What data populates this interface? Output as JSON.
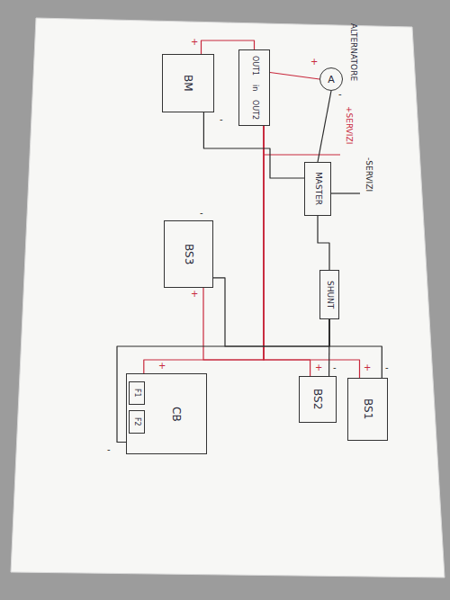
{
  "diagram": {
    "nodes": [
      {
        "text": [
          "BM"
        ]
      },
      {
        "text": [
          "OUT1",
          "in",
          "OUT2"
        ]
      },
      {
        "text": [
          "A",
          "ALTERNATORE"
        ]
      },
      {
        "text": [
          "MASTER"
        ]
      },
      {
        "text": [
          "SHUNT"
        ]
      },
      {
        "text": [
          "BS3"
        ]
      },
      {
        "text": [
          "CB"
        ]
      },
      {
        "text": [
          "F1"
        ],
        "in": 6
      },
      {
        "text": [
          "F2"
        ],
        "in": 6
      },
      {
        "text": [
          "BS2"
        ]
      },
      {
        "text": [
          "BS1"
        ]
      }
    ],
    "edges": [
      {
        "from": 2,
        "to": 1,
        "arrow": "none"
      },
      {
        "from": 0,
        "to": 1,
        "arrow": "none"
      },
      {
        "from": 1,
        "to": 5,
        "arrow": "none"
      },
      {
        "from": 1,
        "to": 6,
        "arrow": "none"
      },
      {
        "from": 1,
        "to": 9,
        "arrow": "none"
      },
      {
        "from": 1,
        "to": 10,
        "arrow": "none"
      },
      {
        "from": 2,
        "to": 3,
        "arrow": "none"
      },
      {
        "from": 0,
        "to": 3,
        "arrow": "none"
      },
      {
        "from": 3,
        "to": 4,
        "arrow": "none"
      },
      {
        "from": 4,
        "to": 5,
        "arrow": "none"
      },
      {
        "from": 4,
        "to": 6,
        "arrow": "none"
      },
      {
        "from": 4,
        "to": 9,
        "arrow": "none"
      },
      {
        "from": 4,
        "to": 10,
        "arrow": "none"
      }
    ],
    "labels": [
      "-SERVIZI",
      "+SERVIZI",
      "+",
      "-",
      "+",
      "-",
      "-",
      "+",
      "+",
      "-",
      "+",
      "-",
      "+",
      "-"
    ]
  }
}
